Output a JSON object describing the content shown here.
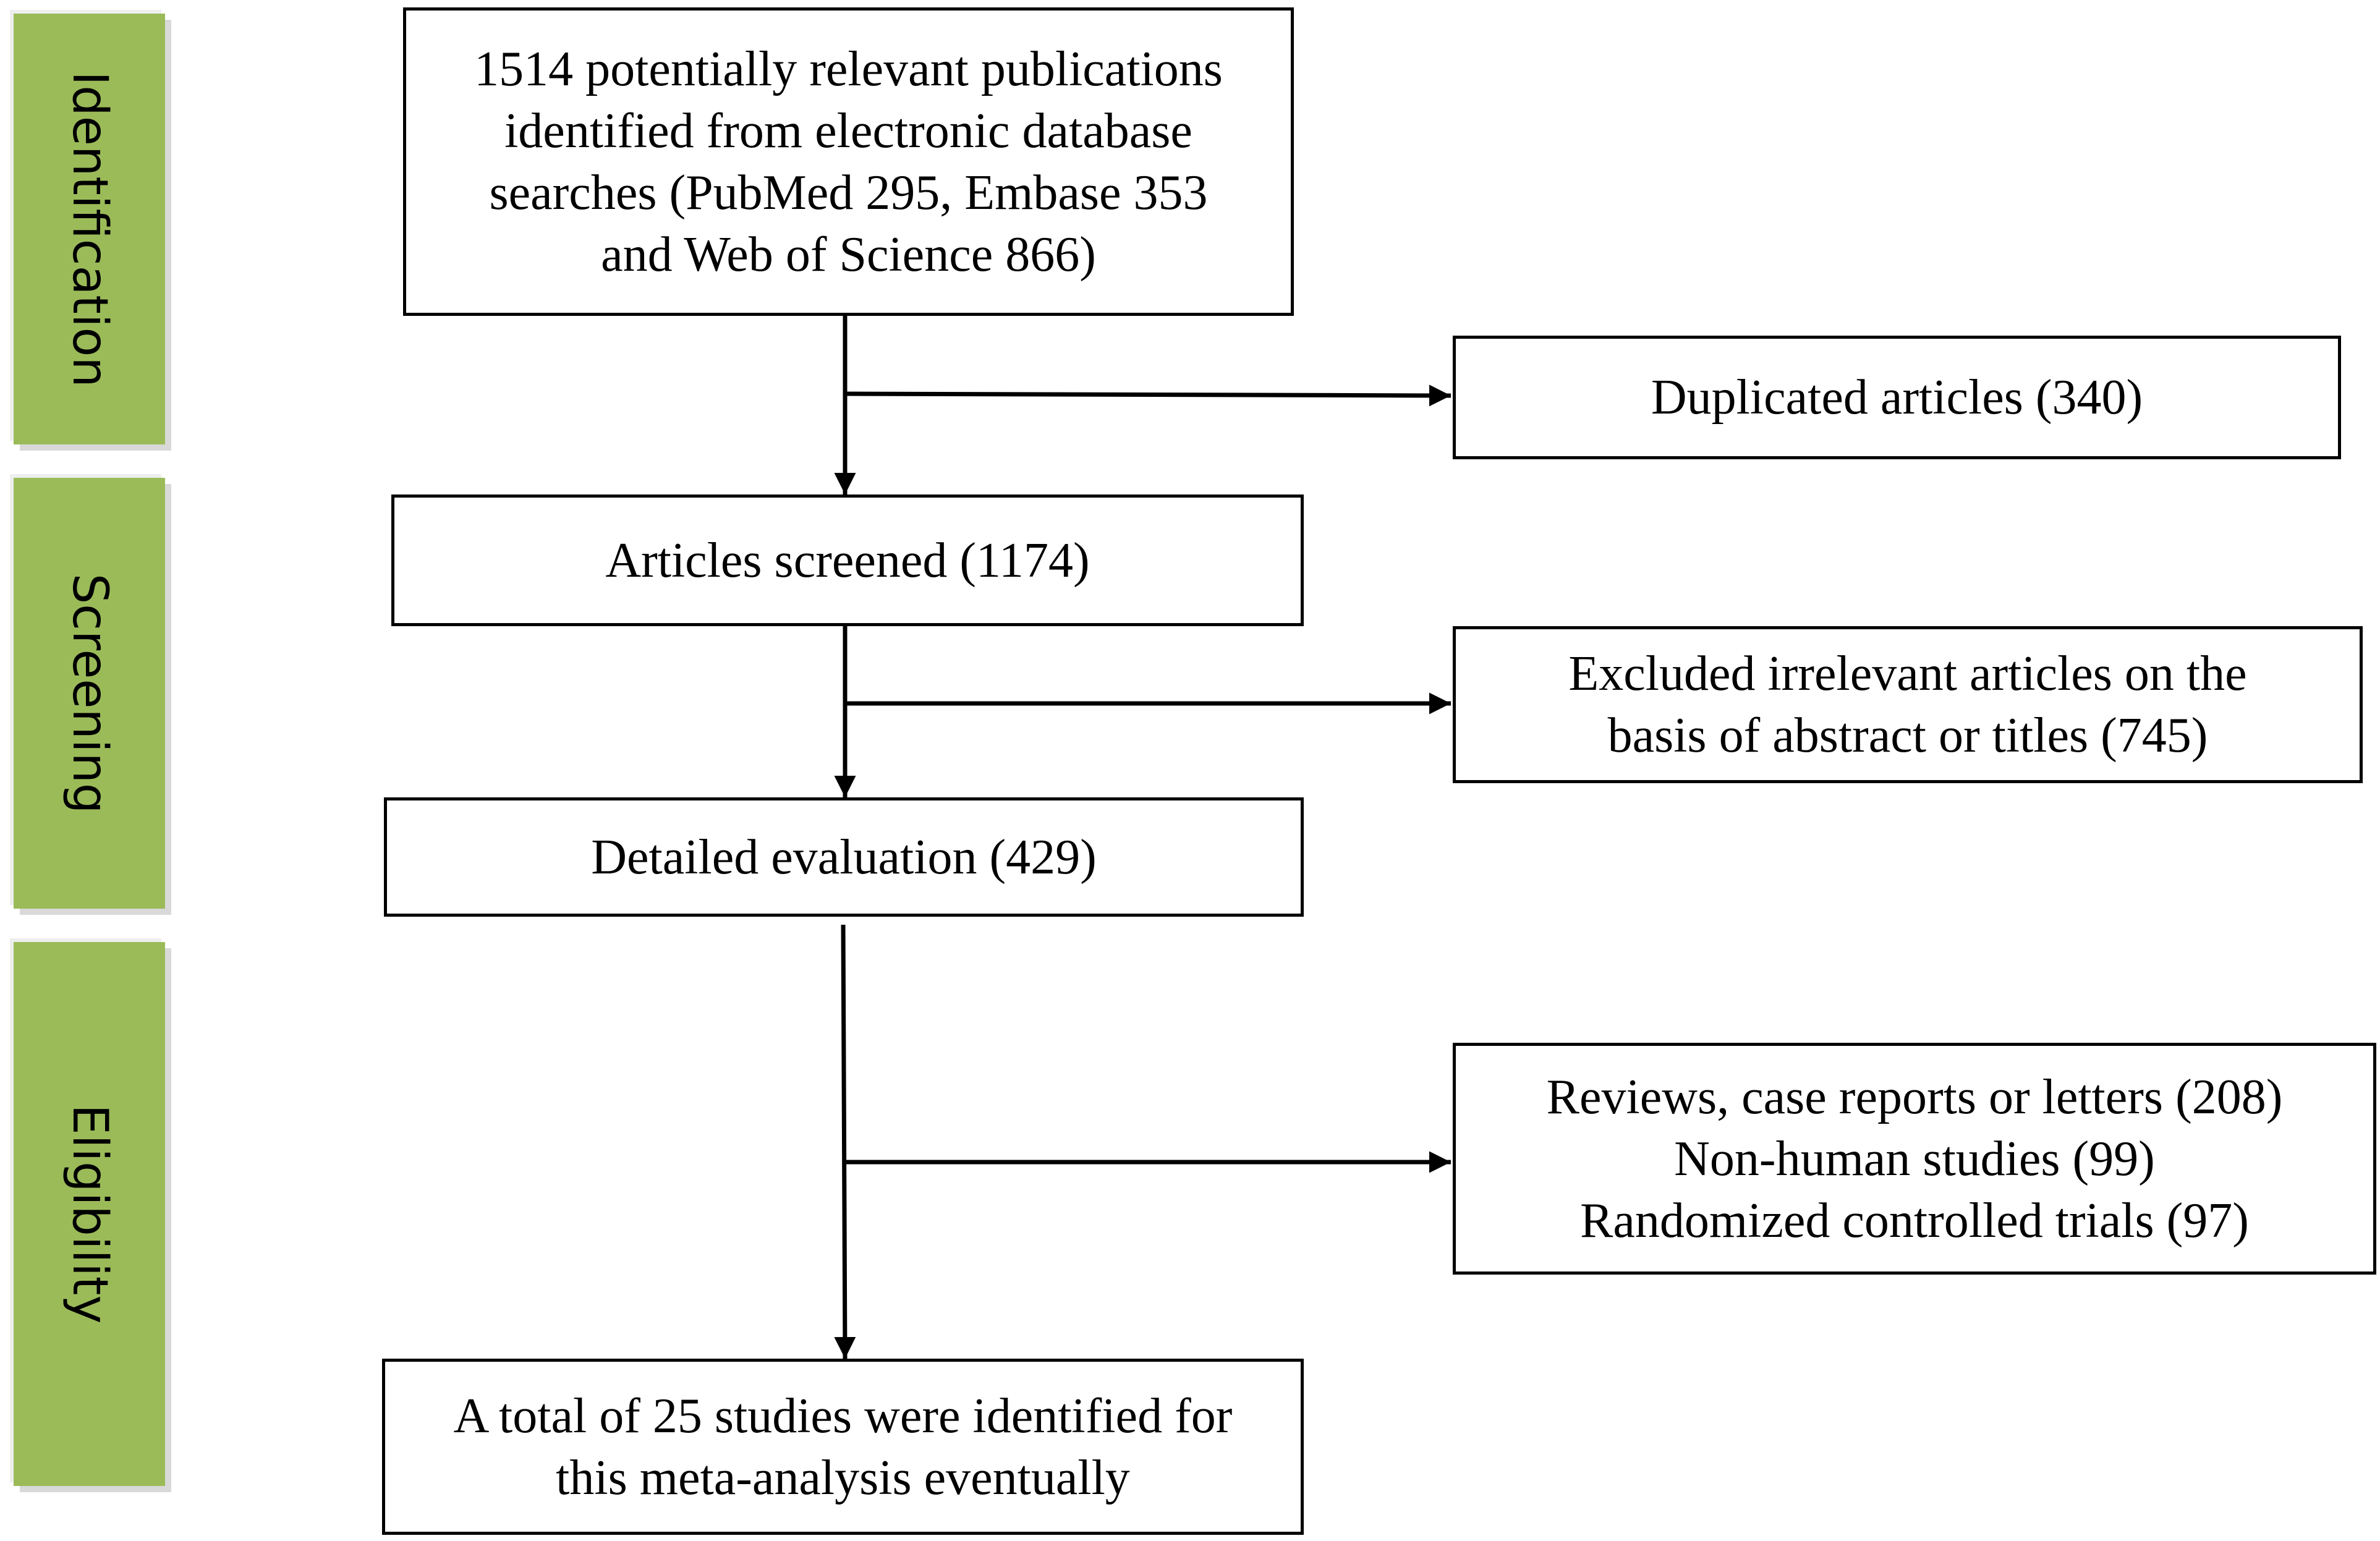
{
  "phases": {
    "identification": "Identification",
    "screening": "Screening",
    "eligibility": "Eligibility"
  },
  "boxes": {
    "identified": {
      "lines": [
        "1514 potentially relevant publications",
        "identified from electronic database",
        "searches (PubMed 295, Embase 353",
        "and Web of Science 866)"
      ]
    },
    "duplicates": {
      "lines": [
        "Duplicated articles (340)"
      ]
    },
    "screened": {
      "lines": [
        "Articles screened (1174)"
      ]
    },
    "excluded_abstract": {
      "lines": [
        "Excluded irrelevant articles on the",
        "basis of abstract or titles (745)"
      ]
    },
    "detailed": {
      "lines": [
        "Detailed evaluation (429)"
      ]
    },
    "excluded_full": {
      "lines": [
        "Reviews, case reports or letters (208)",
        "Non-human studies (99)",
        "Randomized controlled trials (97)"
      ]
    },
    "included": {
      "lines": [
        "A total of 25 studies were identified for",
        "this meta-analysis eventually"
      ]
    }
  },
  "colors": {
    "phase_fill": "#9bbb59",
    "phase_shadow": "#d9d9d9",
    "box_border": "#000000",
    "text": "#000000"
  }
}
